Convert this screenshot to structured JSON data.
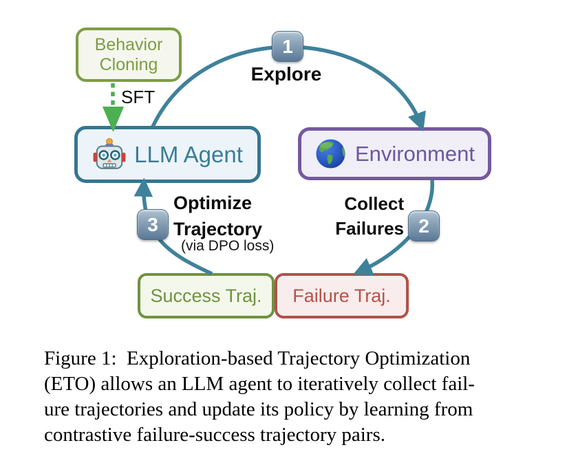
{
  "figure": {
    "behavior_cloning": {
      "lines": [
        "Behavior",
        "Cloning"
      ]
    },
    "sft_label": "SFT",
    "llm_agent": {
      "label": "LLM Agent",
      "icon": "robot-icon"
    },
    "environment": {
      "label": "Environment",
      "icon": "globe-icon"
    },
    "steps": {
      "explore": {
        "number": "1",
        "label": "Explore"
      },
      "collect": {
        "number": "2",
        "lines": [
          "Collect",
          "Failures"
        ]
      },
      "optimize": {
        "number": "3",
        "lines": [
          "Optimize",
          "Trajectory"
        ],
        "note": "(via DPO loss)"
      }
    },
    "success_traj": {
      "label": "Success Traj."
    },
    "failure_traj": {
      "label": "Failure Traj."
    },
    "colors": {
      "cycle_teal": "#3f819b",
      "behavior_green": "#7d9d44",
      "sft_arrow_green": "#4caf50",
      "environment_purple": "#75599f",
      "success_green": "#6f9340",
      "failure_red": "#b0524c",
      "badge_blue_top": "#aec1d0",
      "badge_blue_bottom": "#5a7896"
    }
  },
  "caption": {
    "lines": [
      "Figure 1: Exploration-based Trajectory Optimization",
      "(ETO) allows an LLM agent to iteratively collect fail-",
      "ure trajectories and update its policy by learning from",
      "contrastive failure-success trajectory pairs."
    ]
  }
}
